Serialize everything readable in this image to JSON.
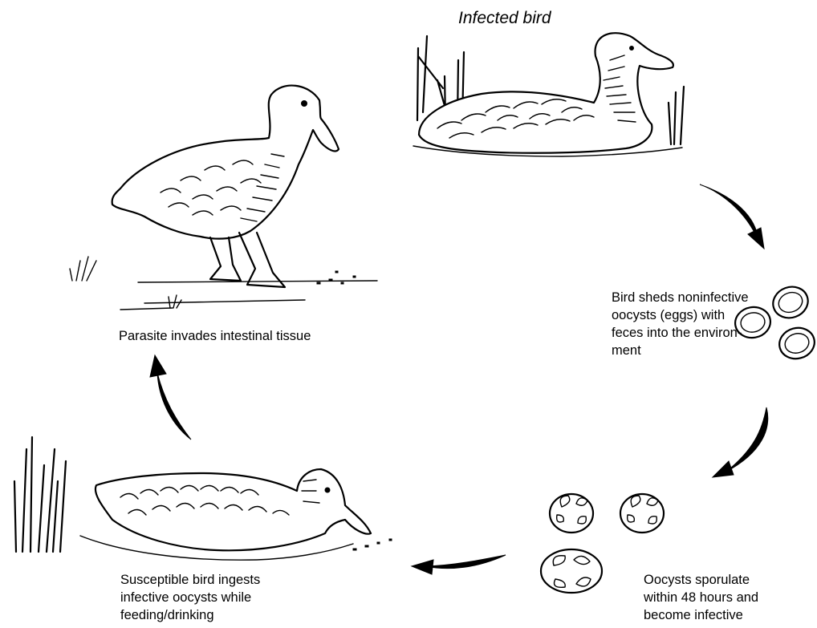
{
  "diagram": {
    "title": "Infected bird",
    "stages": [
      {
        "label_lines": [
          "Bird sheds noninfective",
          "oocysts (eggs) with",
          "feces into the environ-",
          "ment"
        ]
      },
      {
        "label_lines": [
          "Oocysts sporulate",
          "within 48 hours and",
          "become infective"
        ]
      },
      {
        "label_lines": [
          "Susceptible bird ingests",
          "infective oocysts while",
          "feeding/drinking"
        ]
      },
      {
        "label_lines": [
          "Parasite invades intestinal tissue"
        ]
      }
    ]
  }
}
